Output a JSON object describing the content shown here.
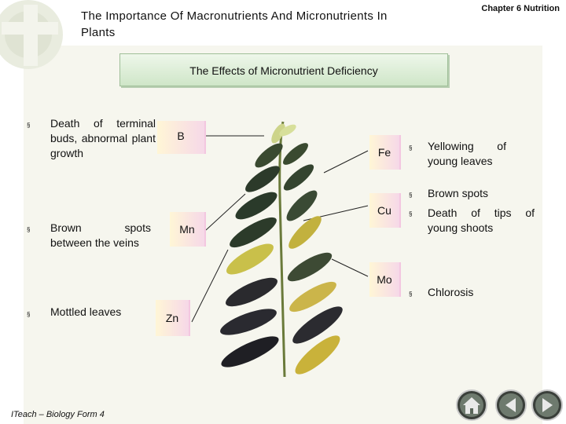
{
  "header": {
    "title": "The Importance Of Macronutrients And Micronutrients In Plants",
    "chapter": "Chapter 6 Nutrition"
  },
  "banner": {
    "title": "The Effects of Micronutrient Deficiency"
  },
  "left_items": [
    {
      "symptom": "Death of terminal buds, abnormal plant growth",
      "element": "B"
    },
    {
      "symptom": "Brown spots between the veins",
      "element": "Mn"
    },
    {
      "symptom": "Mottled leaves",
      "element": "Zn"
    }
  ],
  "right_items": [
    {
      "element": "Fe",
      "symptoms": [
        "Yellowing of young leaves"
      ]
    },
    {
      "element": "Cu",
      "symptoms": [
        "Brown spots",
        "Death of tips of young shoots"
      ]
    },
    {
      "element": "Mo",
      "symptoms": [
        "Chlorosis"
      ]
    }
  ],
  "bullet_glyph": "§",
  "footer": {
    "text": "ITeach – Biology Form 4"
  },
  "nav": {
    "home_icon": "home-icon",
    "back_icon": "back-arrow-icon",
    "forward_icon": "forward-arrow-icon"
  },
  "colors": {
    "banner": "#cfe6c8",
    "panel": "#f6f6ee",
    "tag_left": "#fff6d6",
    "tag_right": "#f6d8e8",
    "nav_button": "#3a3f3a"
  }
}
